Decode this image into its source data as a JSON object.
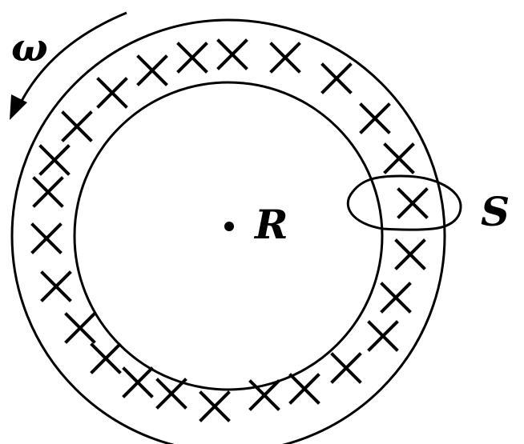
{
  "labels": {
    "omega": "ω",
    "center": "R",
    "loop": "S"
  },
  "colors": {
    "stroke": "#000000",
    "background": "#ffffff"
  },
  "annotations": {
    "rotation_direction": "counterclockwise",
    "marker_symbol": "×"
  }
}
